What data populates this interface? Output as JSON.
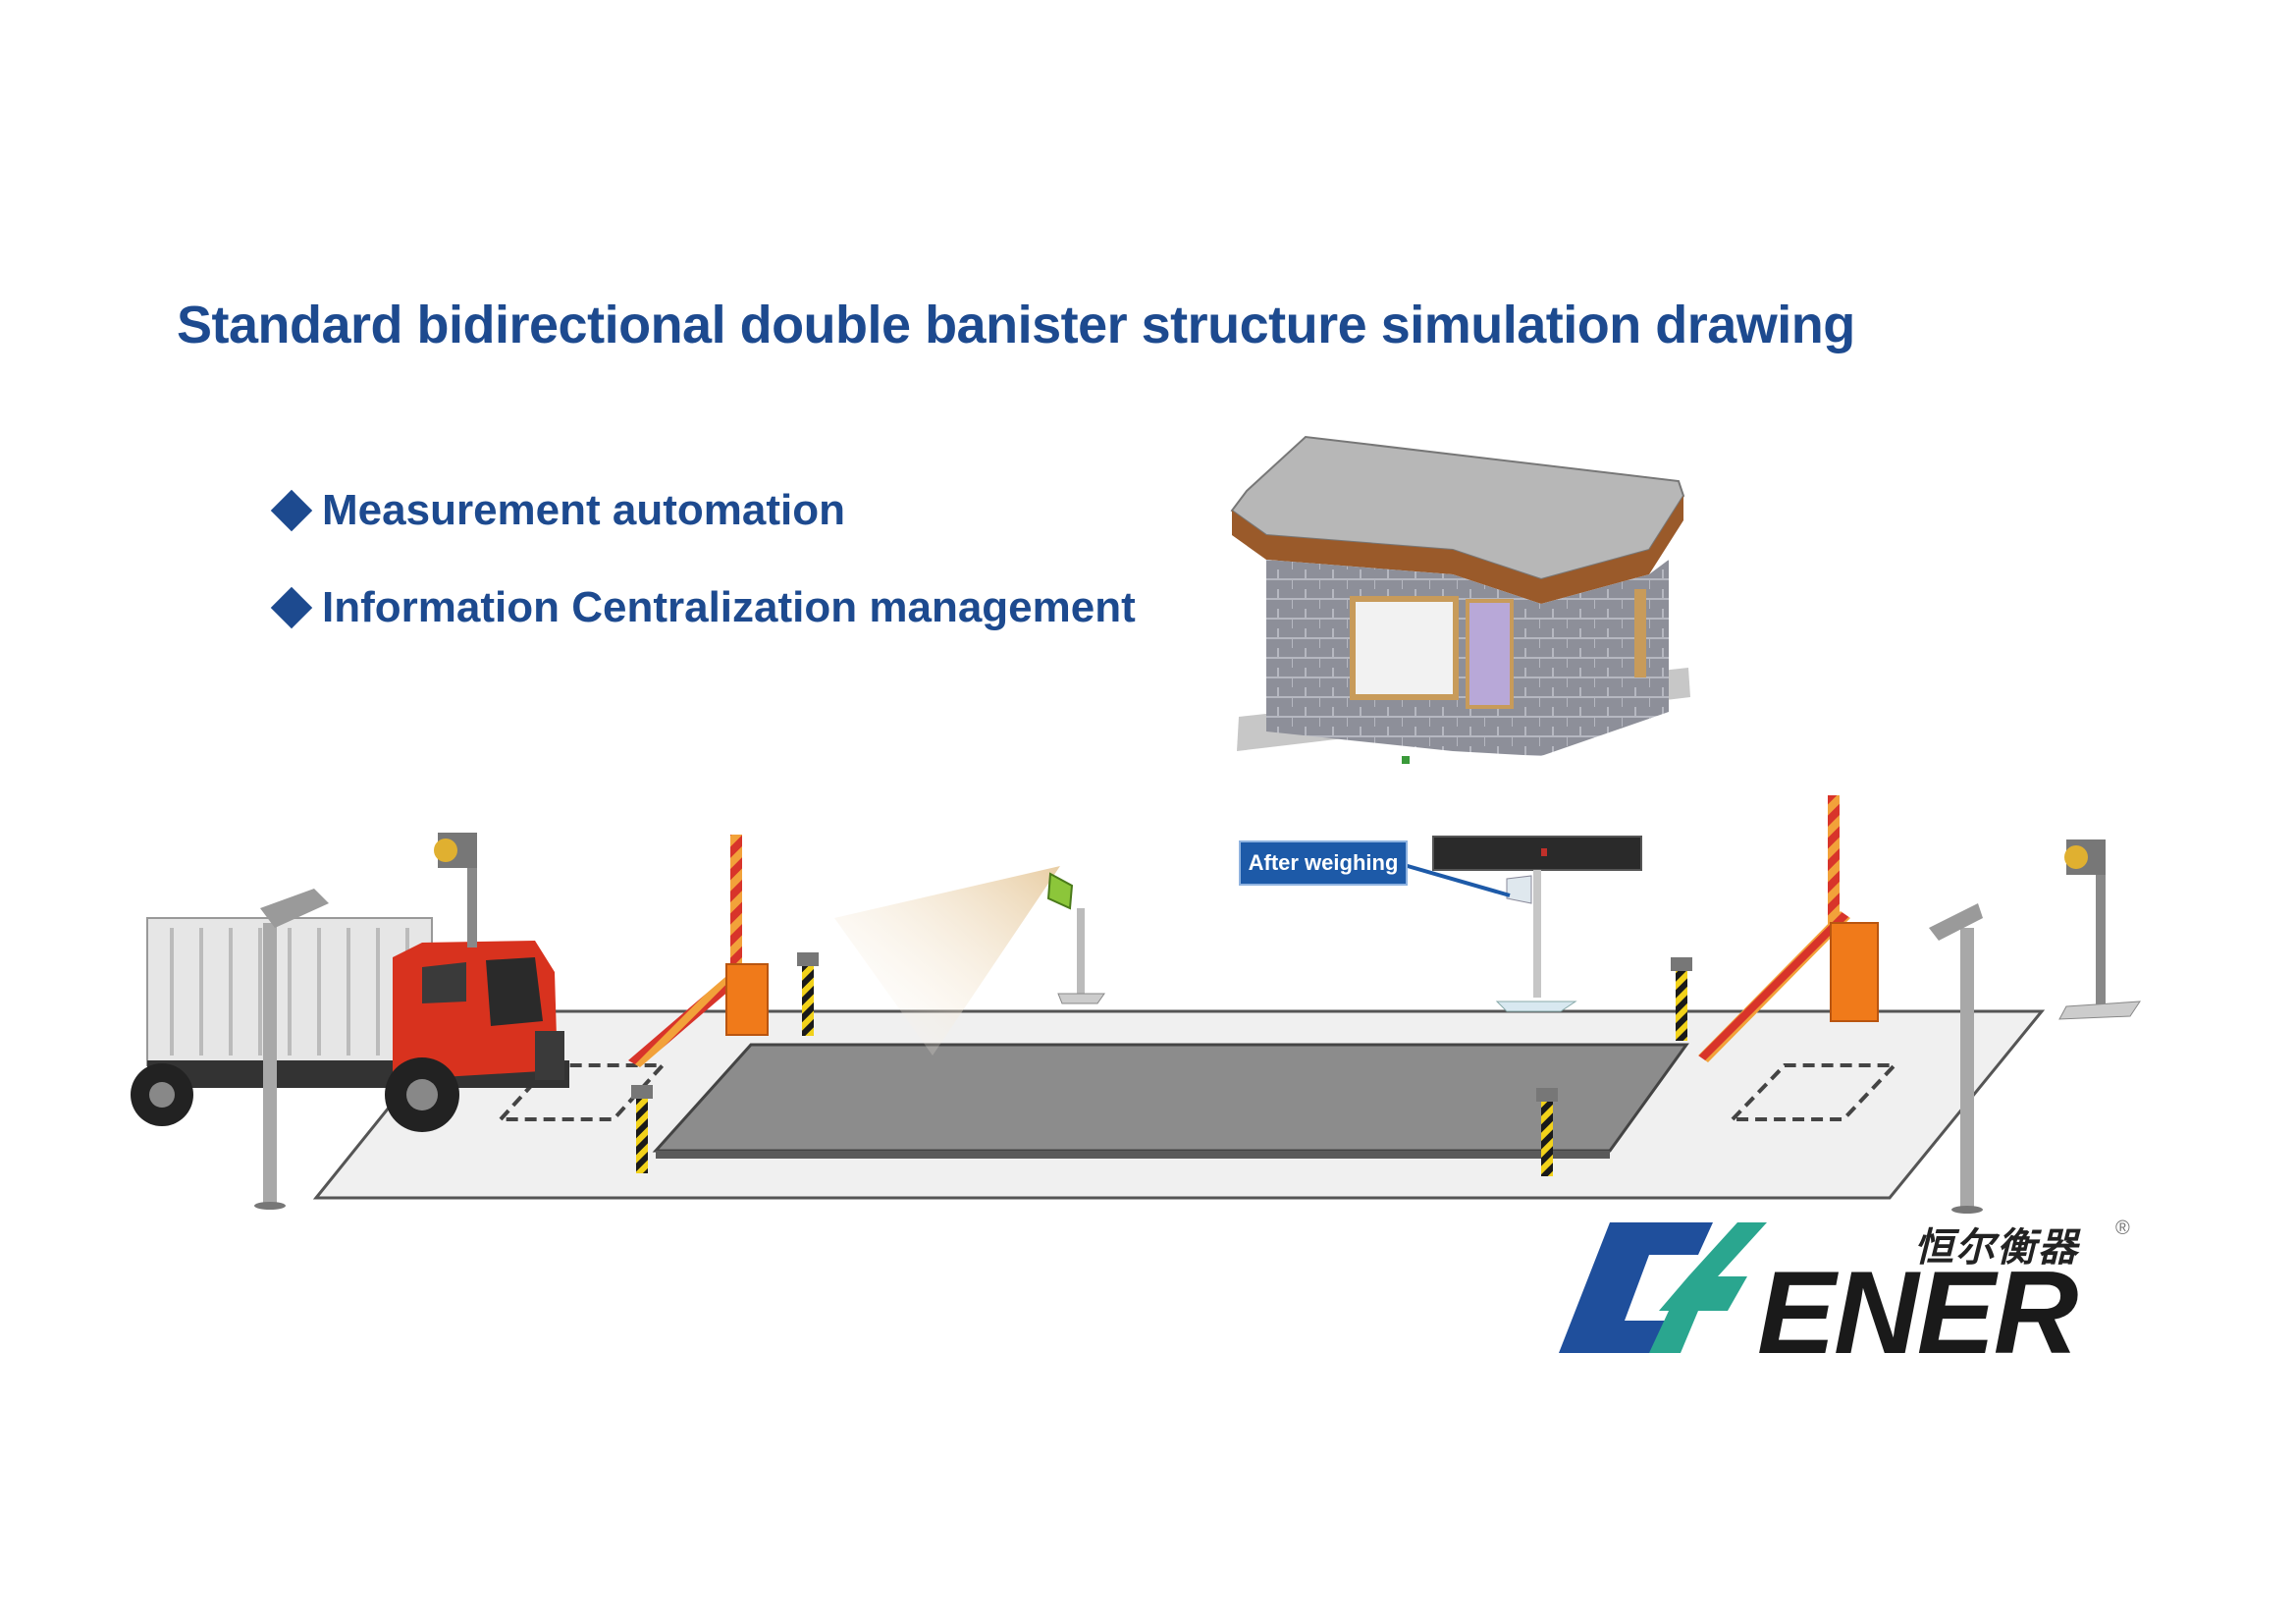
{
  "title": "Standard bidirectional double banister structure simulation drawing",
  "bullets": [
    "Measurement automation",
    "Information Centralization management"
  ],
  "callout": "After weighing",
  "logo": {
    "chinese": "恒尔衡器",
    "english": "ENER",
    "mark": "®",
    "colors": {
      "blue": "#1f4f9c",
      "teal": "#2aa68f"
    }
  },
  "colors": {
    "title": "#1d4a8f",
    "callout_bg": "#1d5aa8",
    "barrier_box": "#f07a1a",
    "platform": "#8c8c8c"
  }
}
